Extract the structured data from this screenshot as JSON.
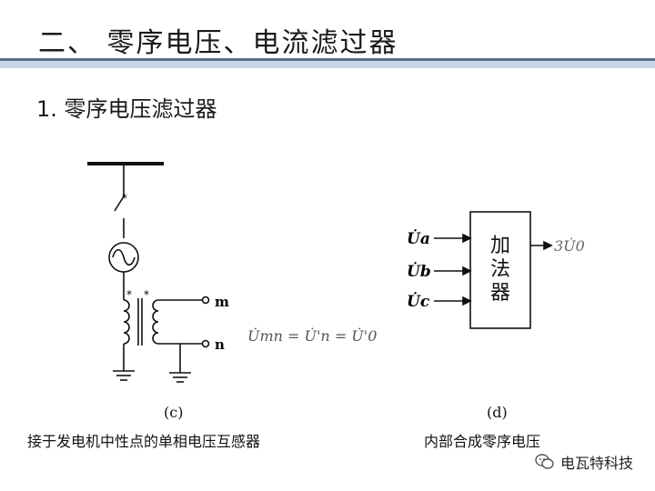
{
  "slide": {
    "title": "二、 零序电压、电流滤过器",
    "subtitle": "1. 零序电压滤过器"
  },
  "figure_c": {
    "label": "(c)",
    "caption": "接于发电机中性点的单相电压互感器",
    "terminals": [
      "m",
      "n"
    ],
    "winding_marks": [
      "*",
      "*"
    ],
    "breaker_mark": "*",
    "equation": "U̇mn = U̇'n = U̇'0"
  },
  "figure_d": {
    "label": "(d)",
    "caption": "内部合成零序电压",
    "block_label": "加法器",
    "inputs": [
      "U̇a",
      "U̇b",
      "U̇c"
    ],
    "output": "3U̇0"
  },
  "watermark": {
    "text": "电瓦特科技",
    "icon": "wechat-icon"
  }
}
